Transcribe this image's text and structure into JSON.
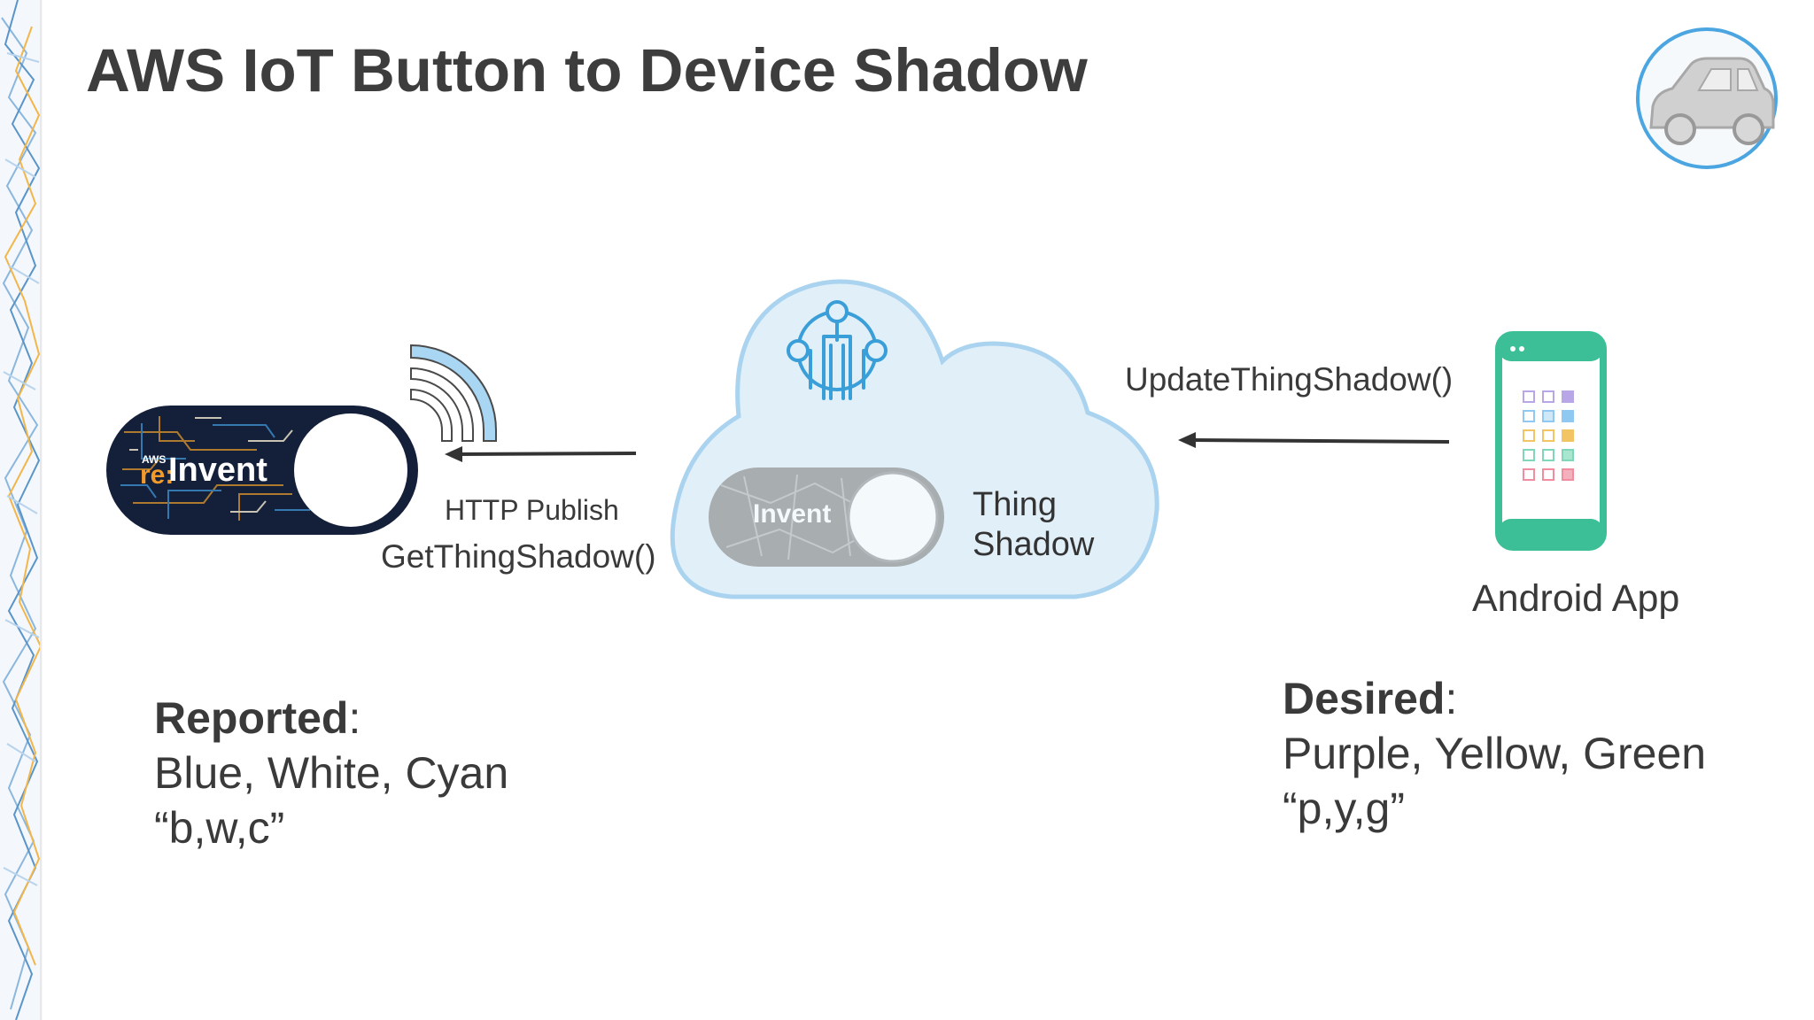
{
  "slide": {
    "title": "AWS IoT Button to Device Shadow"
  },
  "button_device": {
    "brand_small": "AWS",
    "brand_prefix": "re:",
    "brand_name": "Invent"
  },
  "arrows": {
    "left_label_top": "HTTP Publish",
    "left_label_bottom": "GetThingShadow()",
    "right_label": "UpdateThingShadow()"
  },
  "cloud": {
    "shadow_brand": "Invent",
    "shadow_line1": "Thing",
    "shadow_line2": "Shadow"
  },
  "app": {
    "label": "Android App"
  },
  "reported": {
    "heading": "Reported",
    "colors": "Blue, White, Cyan",
    "code": "“b,w,c”"
  },
  "desired": {
    "heading": "Desired",
    "colors": "Purple, Yellow, Green",
    "code": "“p,y,g”"
  },
  "icons": [
    "car-icon",
    "iot-core-icon",
    "wifi-signal-icon",
    "smartphone-icon"
  ],
  "colors": {
    "cloud_fill": "#e1eff9",
    "cloud_stroke": "#a9d3ef",
    "phone_green": "#3cbf96",
    "button_navy": "#14203a",
    "badge_blue": "#4aa5e0"
  }
}
